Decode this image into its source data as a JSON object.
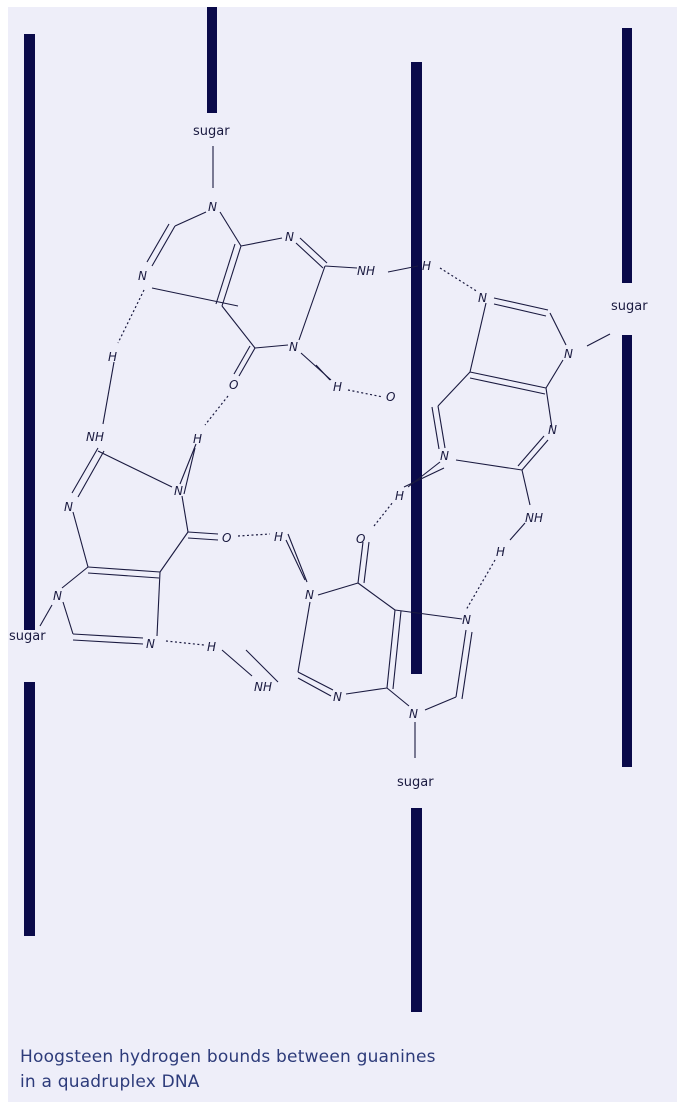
{
  "diagram": {
    "sugar_label": "sugar",
    "atom_n": "N",
    "atom_nh": "NH",
    "atom_h": "H",
    "atom_o": "O",
    "colors": {
      "strand": "#0a0a4a",
      "background": "#eeeef9",
      "line": "#1a1a40",
      "caption": "#2d3b7a"
    }
  },
  "caption": {
    "line1": "Hoogsteen hydrogen bounds between guanines",
    "line2": "in a quadruplex DNA"
  }
}
